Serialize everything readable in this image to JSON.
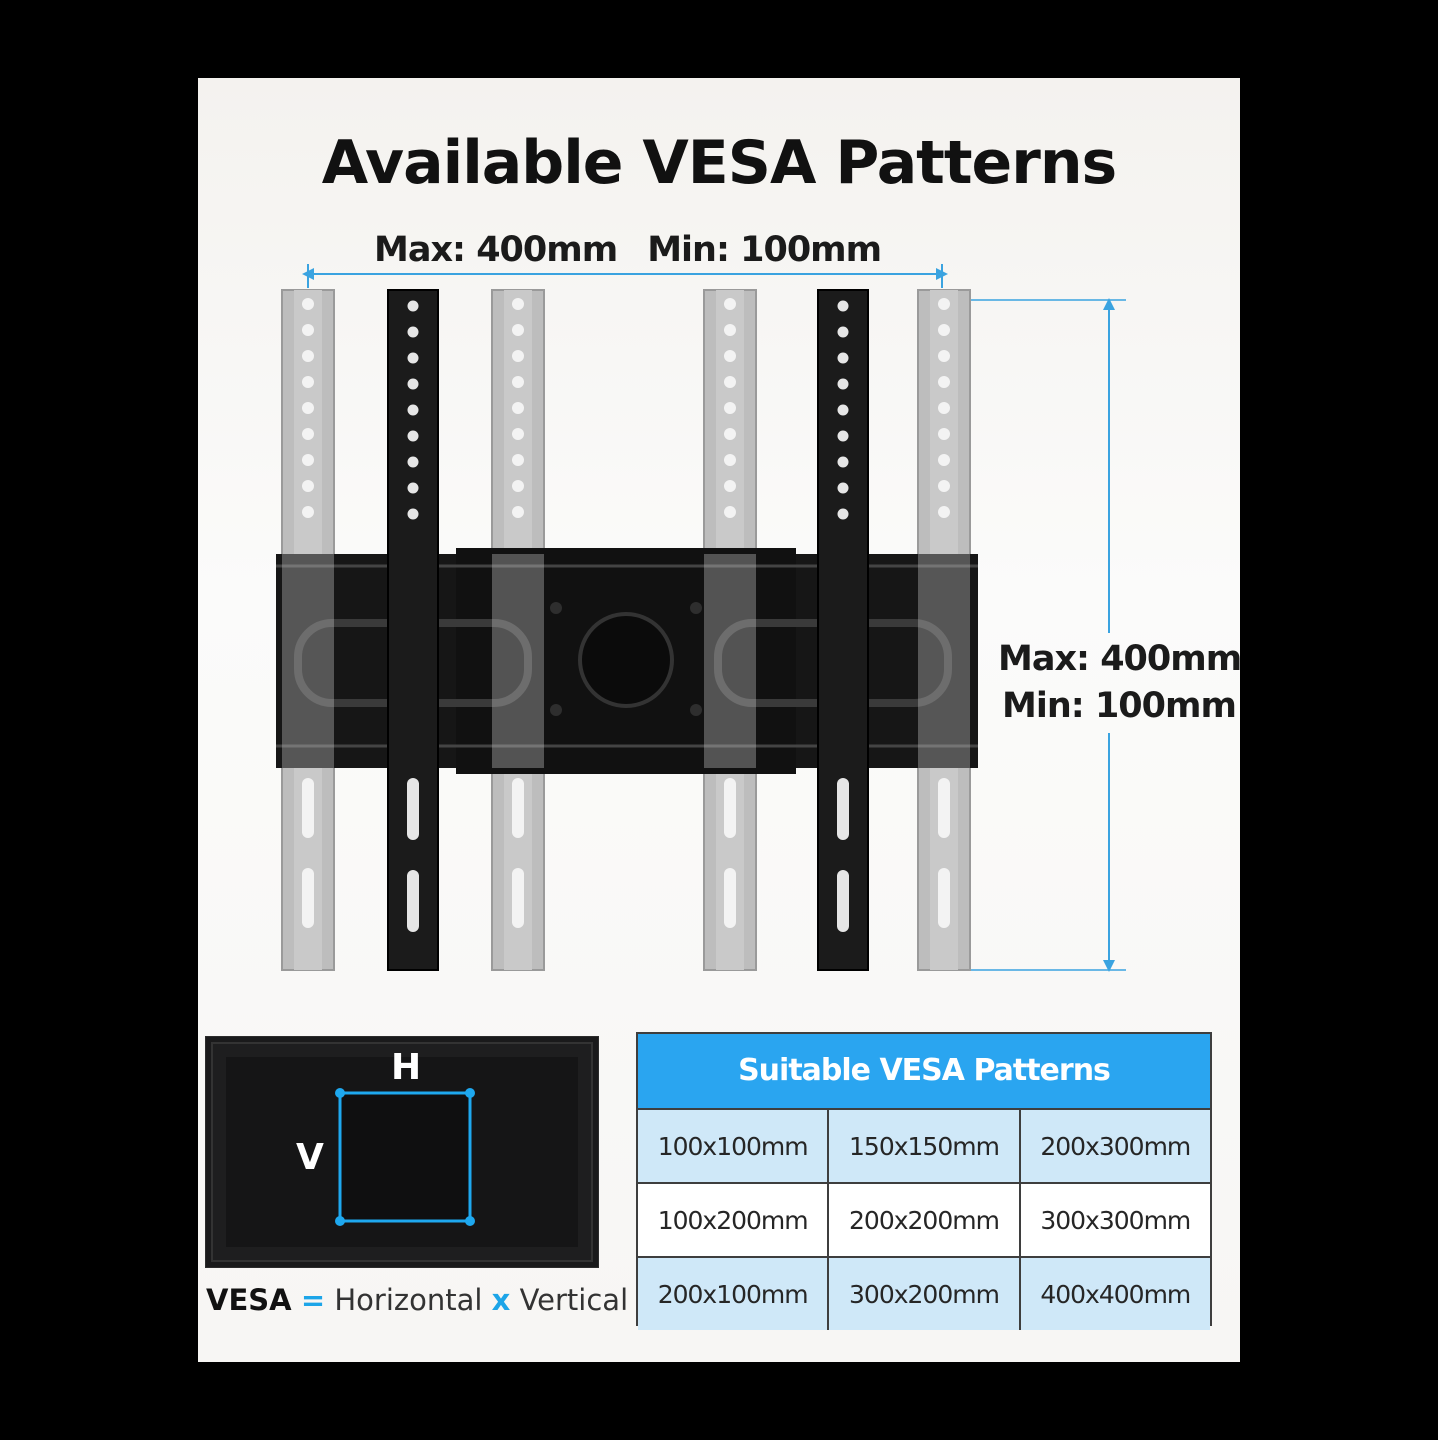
{
  "title": "Available VESA Patterns",
  "horizontal_dimension": {
    "max": "Max: 400mm",
    "min": "Min: 100mm"
  },
  "vertical_dimension": {
    "max": "Max: 400mm",
    "min": "Min: 100mm"
  },
  "tv_diagram": {
    "h_label": "H",
    "v_label": "V"
  },
  "formula": {
    "vesa": "VESA",
    "equals": "=",
    "horizontal": "Horizontal",
    "times": "x",
    "vertical": "Vertical"
  },
  "table": {
    "title": "Suitable VESA Patterns",
    "rows": [
      [
        "100x100mm",
        "150x150mm",
        "200x300mm"
      ],
      [
        "100x200mm",
        "200x200mm",
        "300x300mm"
      ],
      [
        "200x100mm",
        "300x200mm",
        "400x400mm"
      ]
    ]
  },
  "colors": {
    "accent": "#2aa5f0",
    "dimension_line": "#3aa3e0",
    "bracket_dark": "#1b1b1b",
    "bracket_light": "#b9b9b9"
  }
}
